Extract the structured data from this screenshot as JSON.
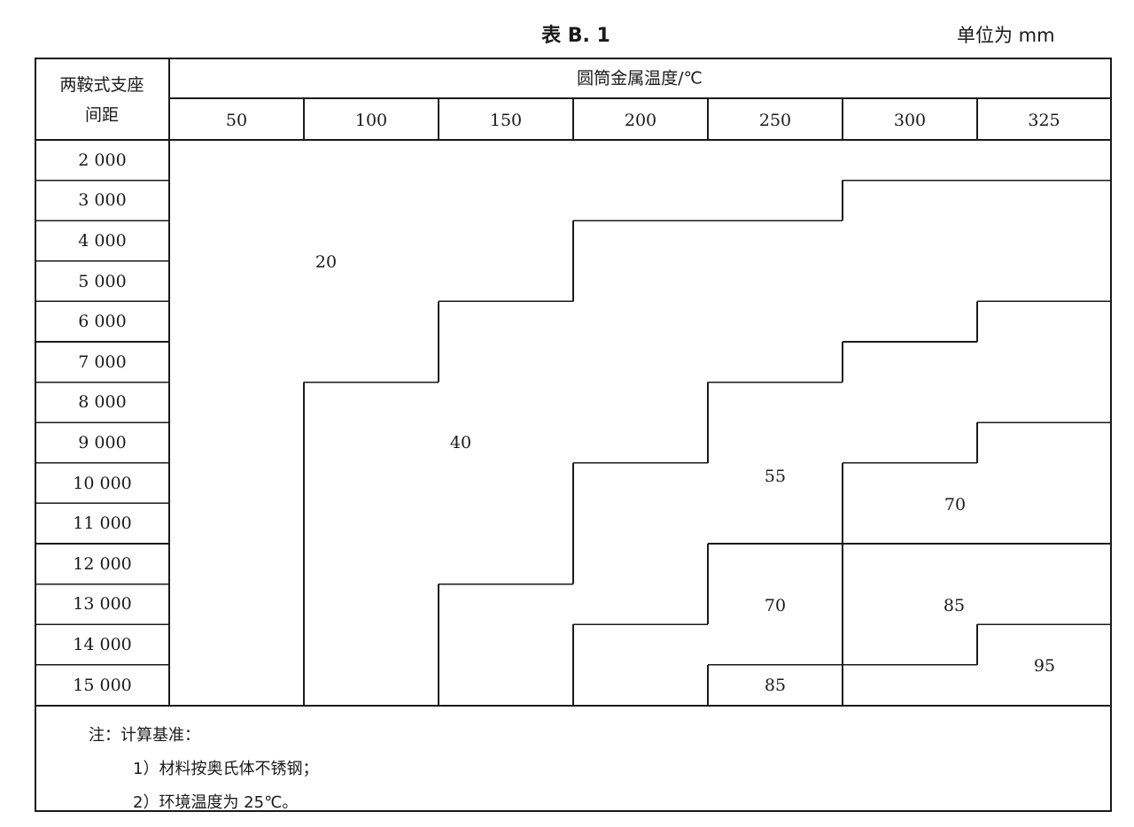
{
  "title": "表 B. 1",
  "unit": "单位为 mm",
  "corner_header": [
    "两鞍式支座",
    "间距"
  ],
  "group_header": "圆筒金属温度/℃",
  "temperatures": [
    "50",
    "100",
    "150",
    "200",
    "250",
    "300",
    "325"
  ],
  "spacings": [
    "2 000",
    "3 000",
    "4 000",
    "5 000",
    "6 000",
    "7 000",
    "8 000",
    "9 000",
    "10 000",
    "11 000",
    "12 000",
    "13 000",
    "14 000",
    "15 000"
  ],
  "region_values": [
    {
      "value": "20",
      "region": "region-20"
    },
    {
      "value": "40",
      "region": "region-40"
    },
    {
      "value": "55",
      "region": "region-55-a"
    },
    {
      "value": "70",
      "region": "region-70-a"
    },
    {
      "value": "70",
      "region": "region-70-b"
    },
    {
      "value": "85",
      "region": "region-85-a"
    },
    {
      "value": "95",
      "region": "region-95"
    },
    {
      "value": "85",
      "region": "region-85-b"
    }
  ],
  "notes": {
    "heading": "注：计算基准：",
    "items": [
      "1）材料按奥氏体不锈钢；",
      "2）环境温度为 25℃。"
    ]
  }
}
